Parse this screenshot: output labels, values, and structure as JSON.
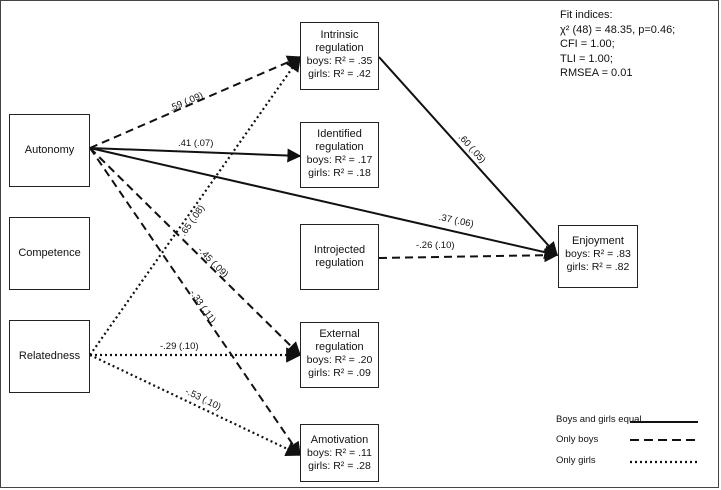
{
  "fit_indices": {
    "title": "Fit indices:",
    "lines": [
      "χ² (48) = 48.35, p=0.46;",
      "CFI = 1.00;",
      "TLI = 1.00;",
      "RMSEA = 0.01"
    ]
  },
  "predictors": {
    "autonomy": "Autonomy",
    "competence": "Competence",
    "relatedness": "Relatedness"
  },
  "mediators": {
    "intrinsic": {
      "title_1": "Intrinsic",
      "title_2": "regulation",
      "boys": "boys: R² = .35",
      "girls": "girls: R² = .42"
    },
    "identified": {
      "title_1": "Identified",
      "title_2": "regulation",
      "boys": "boys: R² = .17",
      "girls": "girls: R² = .18"
    },
    "introjected": {
      "title_1": "Introjected",
      "title_2": "regulation"
    },
    "external": {
      "title_1": "External",
      "title_2": "regulation",
      "boys": "boys: R² = .20",
      "girls": "girls: R² = .09"
    },
    "amotivation": {
      "title_1": "Amotivation",
      "boys": "boys: R² = .11",
      "girls": "girls: R² = .28"
    }
  },
  "outcome": {
    "title": "Enjoyment",
    "boys": "boys: R² = .83",
    "girls": "girls: R² = .82"
  },
  "paths": {
    "aut_intrinsic": ".59 (.09)",
    "aut_identified": ".41 (.07)",
    "aut_enjoyment": ".37 (.06)",
    "aut_external": "-.45 (.09)",
    "aut_amotivation": "-.33 (.11)",
    "rel_intrinsic": ".65 (.08)",
    "rel_external": "-.29 (.10)",
    "rel_amotivation": "-.53 (.10)",
    "intrinsic_enjoyment": ".60 (.05)",
    "introjected_enjoyment": "-.26 (.10)"
  },
  "legend": {
    "equal": "Boys and girls equal",
    "boys": "Only boys",
    "girls": "Only girls"
  }
}
